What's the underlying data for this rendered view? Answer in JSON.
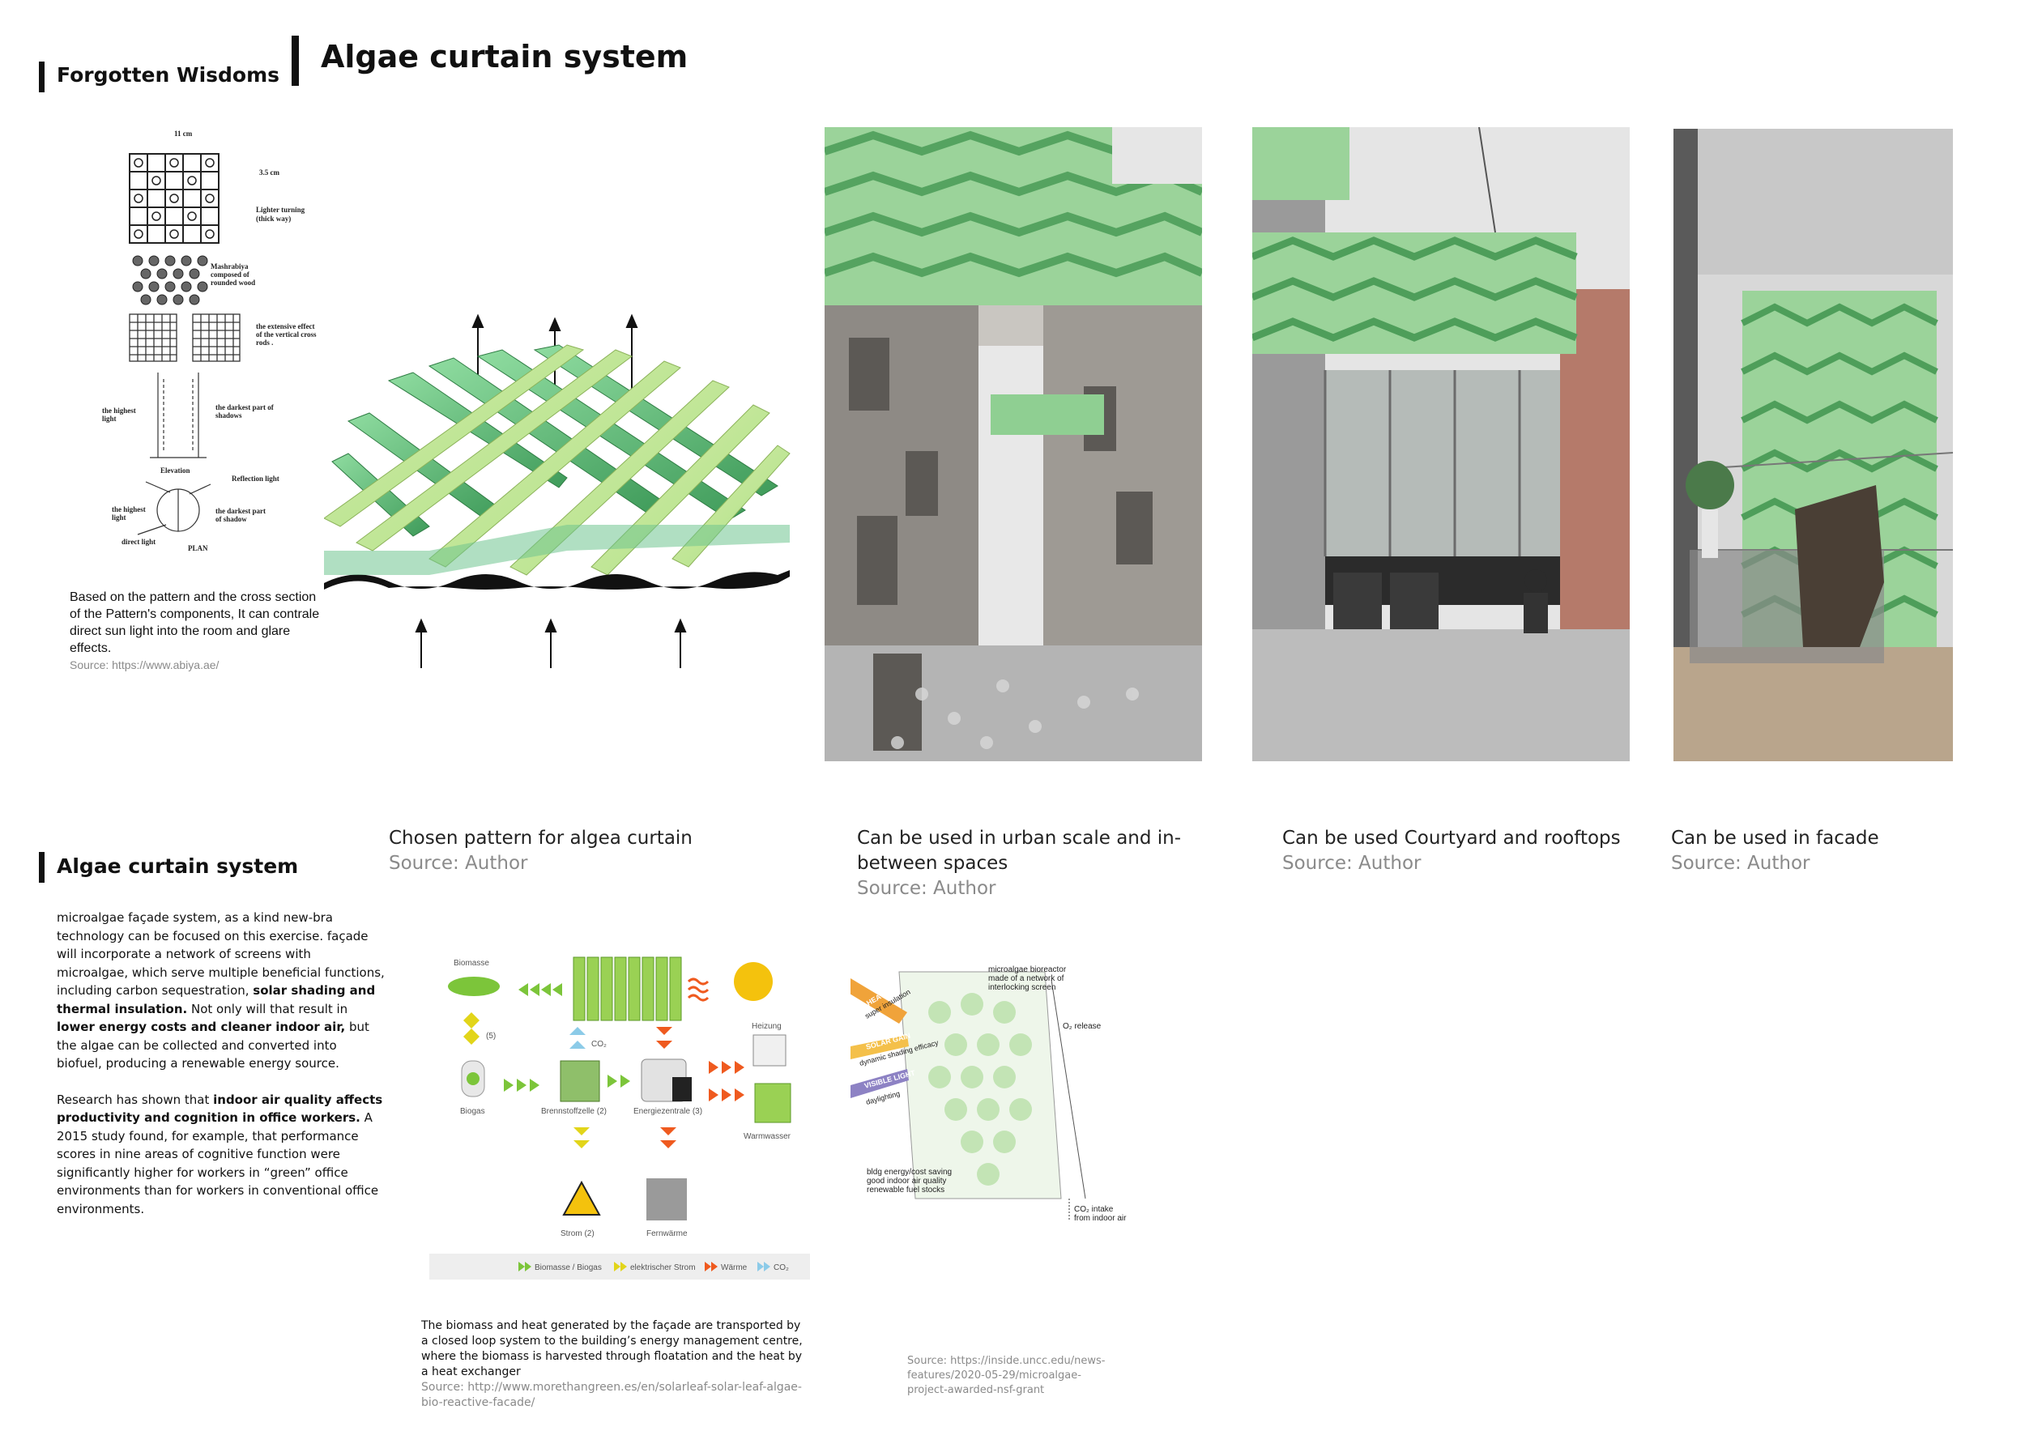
{
  "headings": {
    "forgotten": "Forgotten Wisdoms",
    "main_title": "Algae curtain system",
    "section2": "Algae curtain system"
  },
  "sketch": {
    "width_label": "11 cm",
    "cell_label": "3.5 cm",
    "lighter_label": "Lighter turning\n(thick way)",
    "mashrabiya_label": "Mashrabiya\ncomposed of\nrounded wood",
    "extensive_label": "the extensive effect\nof the vertical cross\nrods .",
    "highest_light": "the highest\nlight",
    "darkest_shadows": "the darkest part of\nshadows",
    "elevation": "Elevation",
    "reflection": "Reflection light",
    "highest_light2": "the highest\nlight",
    "darkest_shadow2": "the darkest part\nof shadow",
    "direct_light": "direct light",
    "plan": "PLAN"
  },
  "pattern_note": {
    "text": "Based on the pattern and the cross section of the Pattern's components, It can contrale direct sun light into the room and glare effects.",
    "source": "Source: https://www.abiya.ae/"
  },
  "captions": [
    {
      "title": "Chosen pattern for algea curtain",
      "source": "Source: Author"
    },
    {
      "title": "Can be used in urban scale and in-between spaces",
      "source": "Source: Author"
    },
    {
      "title": "Can be used Courtyard and rooftops",
      "source": "Source: Author"
    },
    {
      "title": "Can be used in facade",
      "source": "Source: Author"
    }
  ],
  "body": {
    "p1_a": "microalgae façade system, as a kind new-bra technology can be focused on this exercise. façade will incorporate a network of screens with microalgae, which serve multiple beneficial functions, including carbon sequestration, ",
    "p1_b": "solar shading and thermal insulation.",
    "p1_c": " Not only will that result in ",
    "p1_d": "lower energy costs and cleaner indoor air,",
    "p1_e": " but the algae can be collected and converted into biofuel, producing a renewable energy source.",
    "p2_a": "Research has shown that ",
    "p2_b": "indoor air quality affects productivity and cognition in office workers.",
    "p2_c": " A 2015 study found, for example, that performance scores in nine areas of cognitive function were significantly higher for workers in “green” office environments than for workers in conventional office environments."
  },
  "diagram1": {
    "labels": {
      "biomasse": "Biomasse",
      "biogas": "Biogas",
      "brennstoff": "Brennstoffzelle",
      "brennstoff_num": "(2)",
      "energie": "Energiezentrale",
      "energie_num": "(3)",
      "heizung": "Heizung",
      "warmwasser": "Warmwasser",
      "strom": "Strom",
      "strom_num": "(2)",
      "fernwaerme": "Fernwärme",
      "co2": "CO₂",
      "five": "(5)"
    },
    "legend": [
      "Biomasse / Biogas",
      "elektrischer Strom",
      "Wärme",
      "CO₂"
    ],
    "colors": {
      "green": "#7cc53a",
      "yellow": "#e2d51a",
      "orange": "#ef5a1f",
      "blue": "#8ccbe8"
    }
  },
  "diagram1_caption": {
    "text": "The biomass and heat generated by the façade are transported by a closed loop system to the building’s energy management centre, where the biomass is harvested through floatation and the heat by a heat exchanger",
    "source": "Source: http://www.morethangreen.es/en/solarleaf-solar-leaf-algae-bio-reactive-facade/"
  },
  "diagram2": {
    "bioreactor": "microalgae bioreactor\nmade of a network of\ninterlocking screen",
    "o2": "O₂ release",
    "heat": "HEAT",
    "heat_sub": "super insulation",
    "solar": "SOLAR GAIN",
    "solar_sub": "dynamic shading efficacy",
    "visible": "VISIBLE LIGHT",
    "visible_sub": "daylighting",
    "bldg": "bldg energy/cost saving\ngood indoor air quality\nrenewable fuel stocks",
    "co2": "CO₂ intake\nfrom indoor air"
  },
  "diagram2_source": "Source: https://inside.uncc.edu/news-features/2020-05-29/microalgae-project-awarded-nsf-grant",
  "accent": {
    "green_light": "#cfe8a4",
    "green_mid": "#8fd19a",
    "green_dark": "#3f9b5a"
  }
}
